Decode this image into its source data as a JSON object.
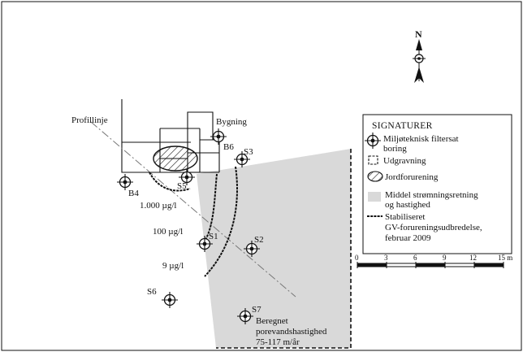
{
  "north": "N",
  "labels": {
    "profillinje": "Profillinje",
    "bygning": "Bygning",
    "c1000": "1.000 µg/l",
    "c100": "100 µg/l",
    "c9": "9 µg/l",
    "beregnet": [
      "Beregnet",
      "porevandshastighed",
      "75-117 m/år"
    ]
  },
  "borings": [
    "B6",
    "S3",
    "B4",
    "S5",
    "S1",
    "S2",
    "S6",
    "S7"
  ],
  "legend": {
    "title": "SIGNATURER",
    "boring": [
      "Miljøteknisk filtersat",
      "boring"
    ],
    "udgravning": "Udgravning",
    "jordforurening": "Jordforurening",
    "stroemning": [
      "Middel strømningsretning",
      "og hastighed"
    ],
    "stabiliseret": [
      "Stabiliseret",
      "GV-forureningsudbredelse,",
      "februar 2009"
    ]
  },
  "scale": {
    "ticks": [
      "0",
      "3",
      "6",
      "9",
      "12",
      "15 m"
    ]
  },
  "colors": {
    "plume": "#d9d9d9",
    "ink": "#111111",
    "axis": "#888888"
  }
}
